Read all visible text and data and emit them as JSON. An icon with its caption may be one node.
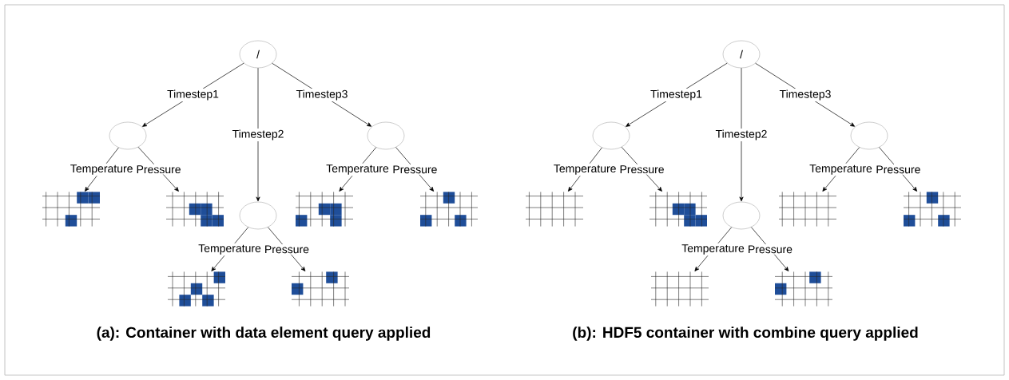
{
  "diagram": {
    "nodes": [
      {
        "text": [
          "/"
        ]
      },
      {
        "text": [],
        "shape": "ellipse"
      },
      {
        "text": [],
        "shape": "ellipse"
      },
      {
        "text": [],
        "shape": "ellipse"
      },
      {
        "text": [],
        "shape": "grid"
      },
      {
        "text": [],
        "shape": "grid"
      },
      {
        "text": [],
        "shape": "grid"
      },
      {
        "text": [],
        "shape": "grid"
      },
      {
        "text": [],
        "shape": "grid"
      },
      {
        "text": [],
        "shape": "grid"
      },
      {
        "text": [
          "/"
        ]
      },
      {
        "text": [],
        "shape": "ellipse"
      },
      {
        "text": [],
        "shape": "ellipse"
      },
      {
        "text": [],
        "shape": "ellipse"
      },
      {
        "text": [],
        "shape": "grid"
      },
      {
        "text": [],
        "shape": "grid"
      },
      {
        "text": [],
        "shape": "grid"
      },
      {
        "text": [],
        "shape": "grid"
      },
      {
        "text": [],
        "shape": "grid"
      },
      {
        "text": [],
        "shape": "grid"
      }
    ],
    "edges": [
      {
        "from": 0,
        "to": 1,
        "arrow": "to",
        "label": "Timestep1"
      },
      {
        "from": 0,
        "to": 2,
        "arrow": "to",
        "label": "Timestep2"
      },
      {
        "from": 0,
        "to": 3,
        "arrow": "to",
        "label": "Timestep3"
      },
      {
        "from": 1,
        "to": 4,
        "arrow": "to",
        "label": "Temperature"
      },
      {
        "from": 1,
        "to": 5,
        "arrow": "to",
        "label": "Pressure"
      },
      {
        "from": 2,
        "to": 6,
        "arrow": "to",
        "label": "Temperature"
      },
      {
        "from": 2,
        "to": 7,
        "arrow": "to",
        "label": "Pressure"
      },
      {
        "from": 3,
        "to": 8,
        "arrow": "to",
        "label": "Temperature"
      },
      {
        "from": 3,
        "to": 9,
        "arrow": "to",
        "label": "Pressure"
      },
      {
        "from": 10,
        "to": 11,
        "arrow": "to",
        "label": "Timestep1"
      },
      {
        "from": 10,
        "to": 12,
        "arrow": "to",
        "label": "Timestep2"
      },
      {
        "from": 10,
        "to": 13,
        "arrow": "to",
        "label": "Timestep3"
      },
      {
        "from": 11,
        "to": 14,
        "arrow": "to",
        "label": "Temperature"
      },
      {
        "from": 11,
        "to": 15,
        "arrow": "to",
        "label": "Pressure"
      },
      {
        "from": 12,
        "to": 16,
        "arrow": "to",
        "label": "Temperature"
      },
      {
        "from": 12,
        "to": 17,
        "arrow": "to",
        "label": "Pressure"
      },
      {
        "from": 13,
        "to": 18,
        "arrow": "to",
        "label": "Temperature"
      },
      {
        "from": 13,
        "to": 19,
        "arrow": "to",
        "label": "Pressure"
      }
    ],
    "labels": [
      "(a):  Container with data element query applied",
      "(b): HDF5 container with combine query applied"
    ]
  }
}
